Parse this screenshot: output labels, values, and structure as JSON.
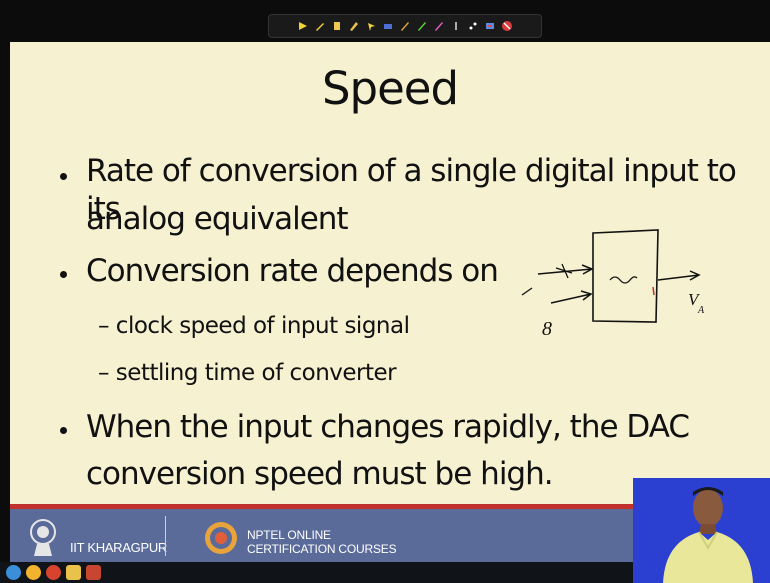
{
  "slide": {
    "title": "Speed",
    "bullets": [
      {
        "line1": "Rate of conversion of a single digital input to its",
        "line2": "analog equivalent"
      },
      {
        "line1": "Conversion rate depends on"
      },
      {
        "line1": "When the input changes rapidly, the DAC",
        "line2": "conversion speed must be high."
      }
    ],
    "sub_bullets": [
      "– clock speed of input signal",
      "– settling time of converter"
    ]
  },
  "diagram": {
    "label_out": "V",
    "label_sub": "A",
    "label_in": "8"
  },
  "footer": {
    "institute": "IIT KHARAGPUR",
    "nptel_line1": "NPTEL ONLINE",
    "nptel_line2": "CERTIFICATION COURSES"
  },
  "toolbar": {
    "icons": [
      "arrow-icon",
      "pen-icon",
      "highlighter-icon",
      "marker-icon",
      "pointer-icon",
      "eraser-icon",
      "pencil-icon",
      "green-pen-icon",
      "pink-pen-icon",
      "line-icon",
      "dots-icon",
      "square-icon",
      "clear-icon"
    ]
  },
  "colors": {
    "slide_bg": "#f5f1d1",
    "footer_bar": "#5a6b9a",
    "footer_stripe": "#c0312b",
    "video_bg": "#2b3fd0"
  }
}
